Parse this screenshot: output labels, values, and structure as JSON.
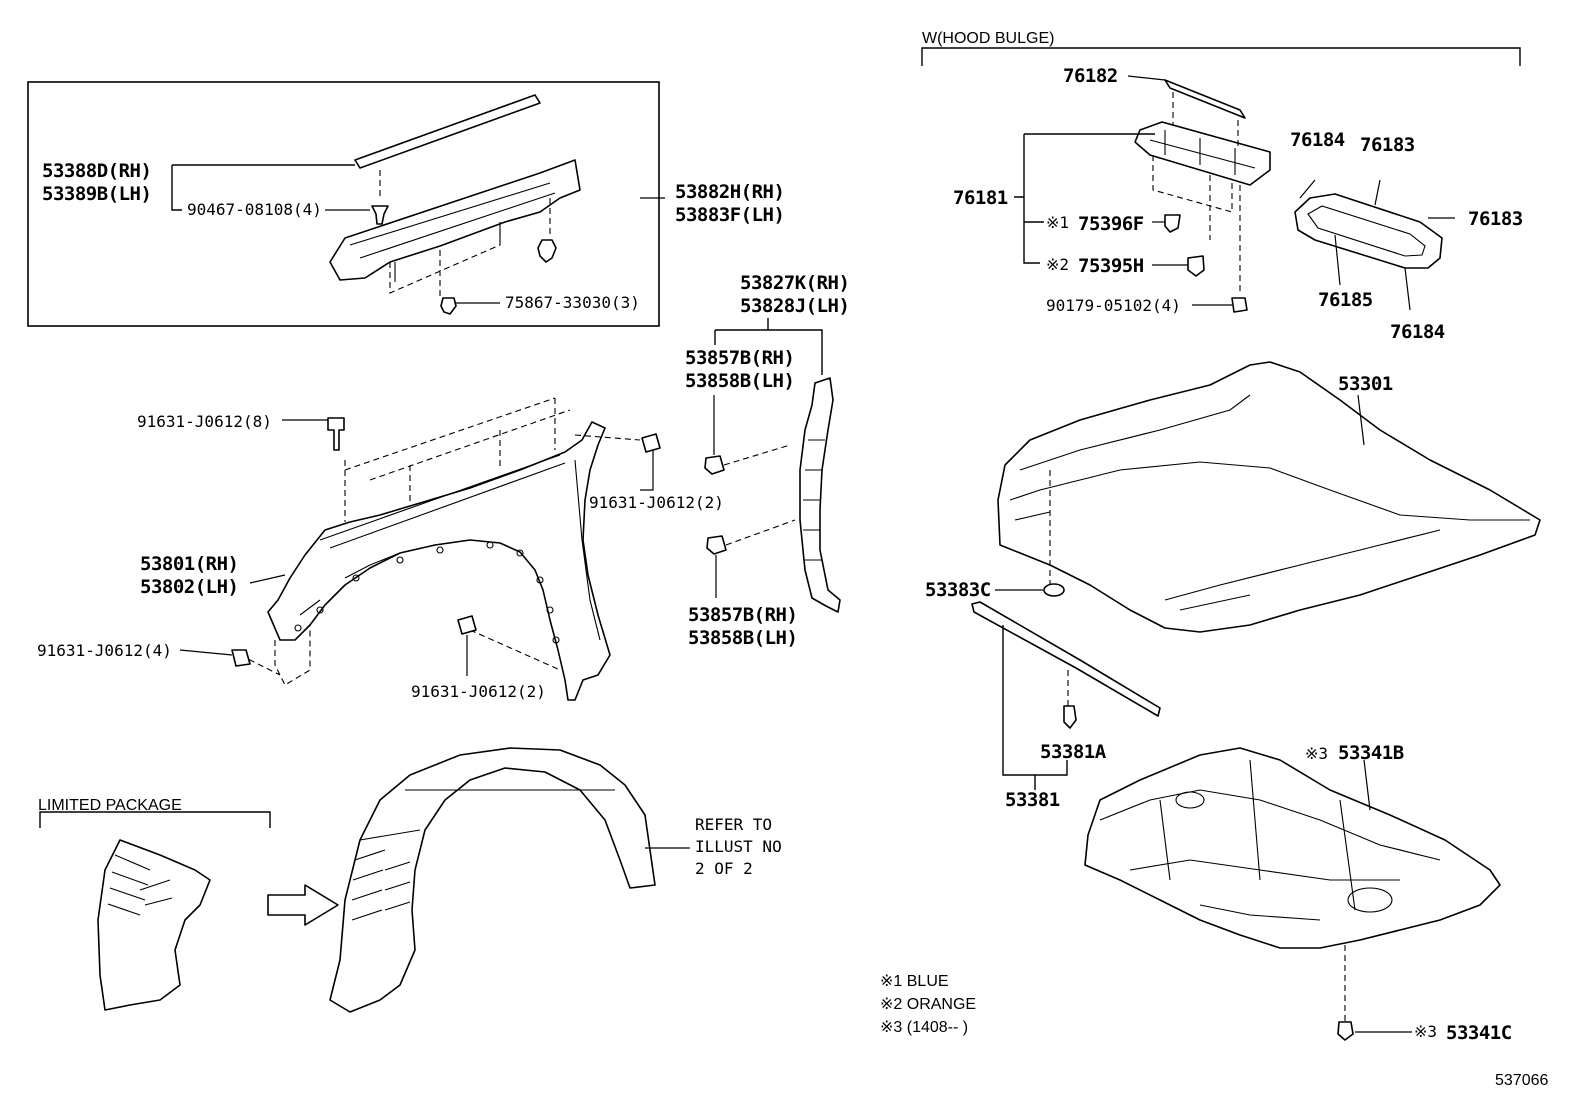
{
  "sections": {
    "hood_bulge": "W(HOOD BULGE)",
    "limited_package": "LIMITED PACKAGE"
  },
  "parts": {
    "p53388D": "53388D(RH)",
    "p53389B": "53389B(LH)",
    "p90467": "90467-08108(4)",
    "p53882H": "53882H(RH)",
    "p53883F": "53883F(LH)",
    "p75867": "75867-33030(3)",
    "p53827K": "53827K(RH)",
    "p53828J": "53828J(LH)",
    "p53857B_top": "53857B(RH)",
    "p53858B_top": "53858B(LH)",
    "p53857B_bot": "53857B(RH)",
    "p53858B_bot": "53858B(LH)",
    "p91631_8": "91631-J0612(8)",
    "p91631_2a": "91631-J0612(2)",
    "p53801": "53801(RH)",
    "p53802": "53802(LH)",
    "p91631_4": "91631-J0612(4)",
    "p91631_2b": "91631-J0612(2)",
    "p76182": "76182",
    "p76181": "76181",
    "p75396F": "75396F",
    "p75395H": "75395H",
    "p90179": "90179-05102(4)",
    "p76184_top": "76184",
    "p76183_top": "76183",
    "p76183_right": "76183",
    "p76185": "76185",
    "p76184_bot": "76184",
    "p53301": "53301",
    "p53383C": "53383C",
    "p53381A": "53381A",
    "p53381": "53381",
    "p53341B": "53341B",
    "p53341C": "53341C"
  },
  "markers": {
    "m1": "※1",
    "m2": "※2",
    "m3a": "※3",
    "m3b": "※3"
  },
  "refer": {
    "line1": "REFER TO",
    "line2": "ILLUST NO",
    "line3": "2 OF 2"
  },
  "notes": {
    "note1": "※1 BLUE",
    "note2": "※2 ORANGE",
    "note3": "※3 (1408--        )"
  },
  "figure_id": "537066"
}
